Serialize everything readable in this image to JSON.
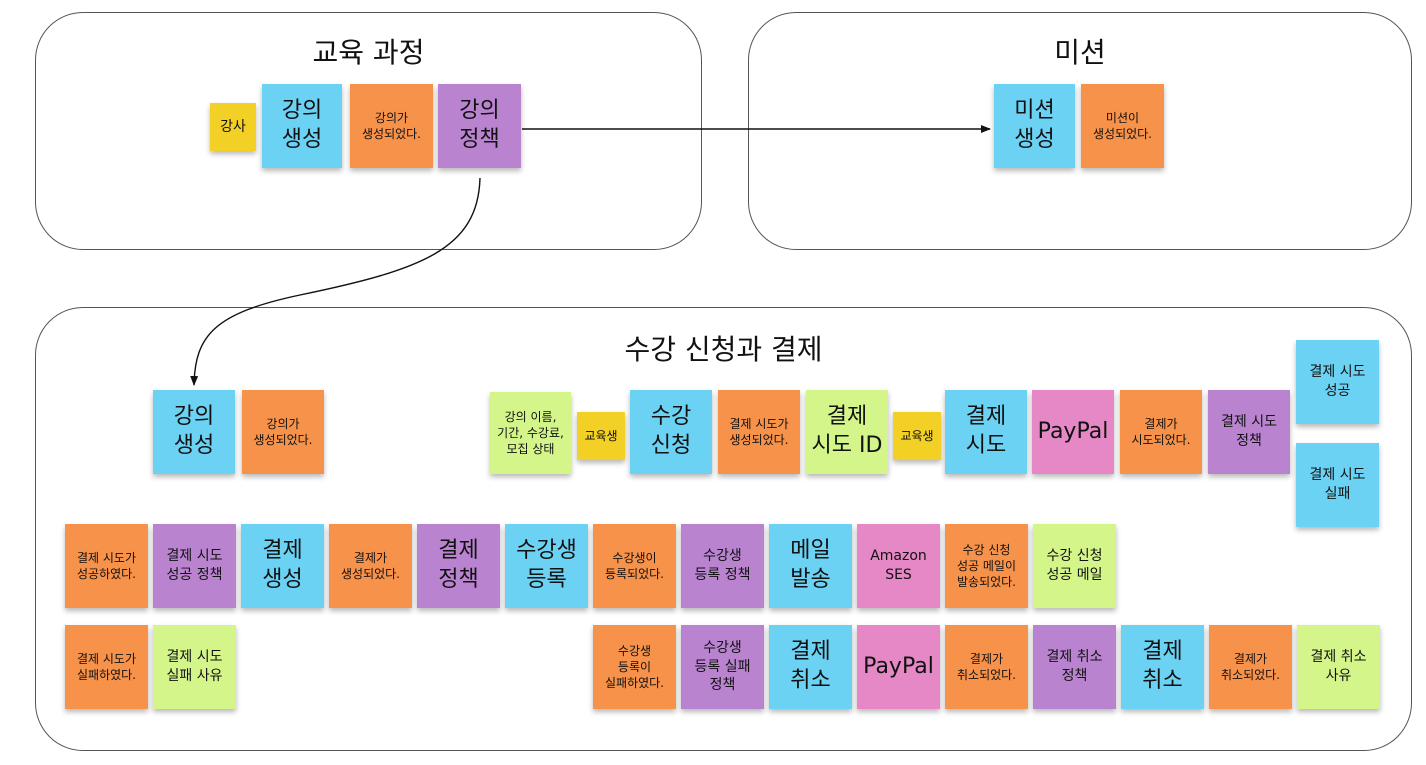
{
  "frames": {
    "education": "교육 과정",
    "mission": "미션",
    "enrollment": "수강 신청과 결제"
  },
  "colors": {
    "command": "#6cd2f4",
    "event": "#f7924a",
    "policy": "#b983cf",
    "actor": "#f2d026",
    "readmodel": "#d4f58a",
    "external": "#e588c5"
  },
  "notes": {
    "edu_actor": "강사",
    "edu_cmd": "강의\n생성",
    "edu_evt": "강의가\n생성되었다.",
    "edu_policy": "강의\n정책",
    "mis_cmd": "미션\n생성",
    "mis_evt": "미션이\n생성되었다.",
    "enr_cmd_lecture": "강의\n생성",
    "enr_evt_lecture": "강의가\n생성되었다.",
    "enr_rm_lecture_info": "강의 이름,\n기간, 수강료,\n모집 상태",
    "enr_actor_student1": "교육생",
    "enr_cmd_apply": "수강\n신청",
    "enr_evt_attempt_created": "결제 시도가\n생성되었다.",
    "enr_rm_attempt_id": "결제\n시도 ID",
    "enr_actor_student2": "교육생",
    "enr_cmd_attempt": "결제\n시도",
    "enr_ext_paypal1": "PayPal",
    "enr_evt_attempted": "결제가\n시도되었다.",
    "enr_policy_attempt": "결제 시도\n정책",
    "enr_rm_attempt_success": "결제 시도\n성공",
    "enr_rm_attempt_fail": "결제 시도\n실패",
    "r2_evt_succeeded": "결제 시도가\n성공하였다.",
    "r2_policy_success": "결제 시도\n성공 정책",
    "r2_cmd_pay_create": "결제\n생성",
    "r2_evt_pay_created": "결제가\n생성되었다.",
    "r2_policy_pay": "결제\n정책",
    "r2_cmd_register": "수강생\n등록",
    "r2_evt_registered": "수강생이\n등록되었다.",
    "r2_policy_register": "수강생\n등록 정책",
    "r2_cmd_mail": "메일\n발송",
    "r2_ext_ses": "Amazon\nSES",
    "r2_evt_mail_sent": "수강 신청\n성공 메일이\n발송되었다.",
    "r2_rm_mail": "수강 신청\n성공 메일",
    "r3_evt_failed": "결제 시도가\n실패하였다.",
    "r3_rm_fail_reason": "결제 시도\n실패 사유",
    "r3_evt_register_failed": "수강생\n등록이\n실패하였다.",
    "r3_policy_register_fail": "수강생\n등록 실패\n정책",
    "r3_cmd_cancel1": "결제\n취소",
    "r3_ext_paypal2": "PayPal",
    "r3_evt_cancelled1": "결제가\n취소되었다.",
    "r3_policy_cancel": "결제 취소\n정책",
    "r3_cmd_cancel2": "결제\n취소",
    "r3_evt_cancelled2": "결제가\n취소되었다.",
    "r3_rm_cancel_reason": "결제 취소\n사유"
  }
}
